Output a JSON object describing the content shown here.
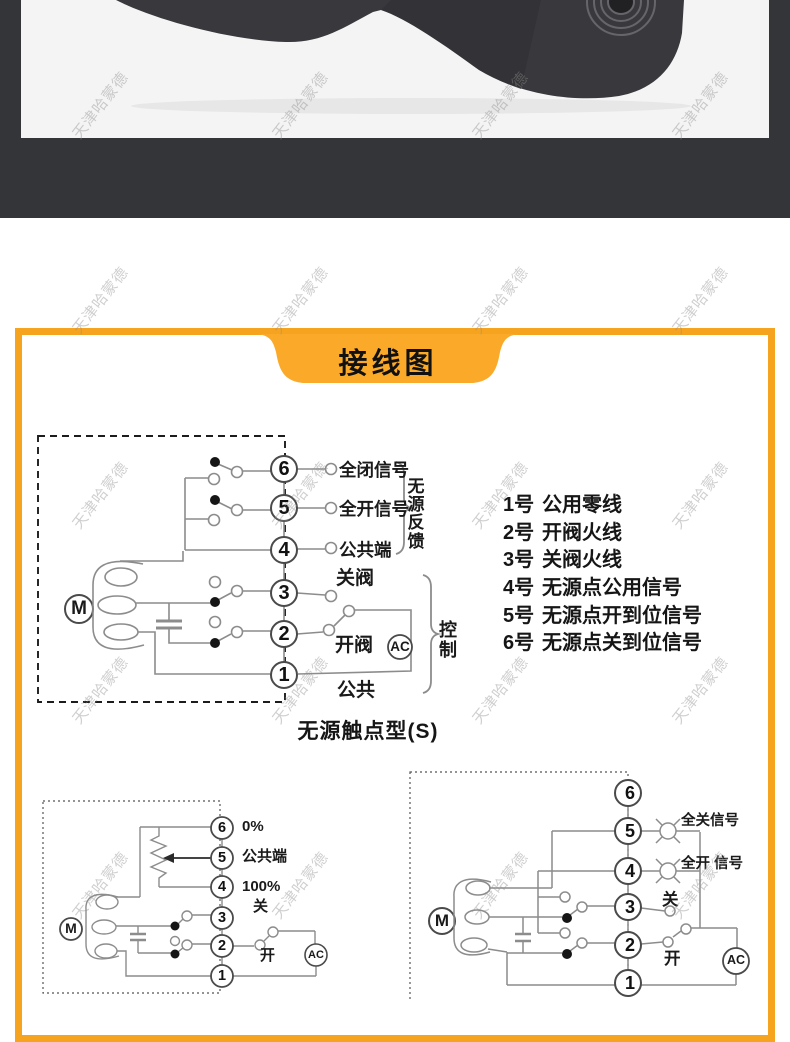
{
  "watermark": {
    "text": "天津哈蒙德"
  },
  "hero": {
    "band_color": "#343539",
    "photo_bg": "#f4f4f5"
  },
  "panel": {
    "title": "接线图",
    "border_color": "#f6a31f",
    "tab_color": "#faaa28"
  },
  "main_diagram": {
    "terminals": [
      "6",
      "5",
      "4",
      "3",
      "2",
      "1"
    ],
    "labels": {
      "t6": "全闭信号",
      "t5": "全开信号",
      "t4": "公共端",
      "t3": "关阀",
      "t2": "开阀",
      "t1": "公共"
    },
    "motor": "M",
    "ac": "AC",
    "bracket_feedback": "无源反馈",
    "bracket_control": "控制",
    "caption": "无源触点型(S)"
  },
  "terminal_legend": {
    "items": [
      {
        "num": "1号",
        "label": "公用零线"
      },
      {
        "num": "2号",
        "label": "开阀火线"
      },
      {
        "num": "3号",
        "label": "关阀火线"
      },
      {
        "num": "4号",
        "label": "无源点公用信号"
      },
      {
        "num": "5号",
        "label": "无源点开到位信号"
      },
      {
        "num": "6号",
        "label": "无源点关到位信号"
      }
    ]
  },
  "bottom_left_diagram": {
    "terminals": [
      "6",
      "5",
      "4",
      "3",
      "2",
      "1"
    ],
    "labels": {
      "t6": "0%",
      "t5": "公共端",
      "t4": "100%",
      "t3": "关",
      "t2": "开"
    },
    "motor": "M",
    "ac": "AC"
  },
  "bottom_right_diagram": {
    "terminals": [
      "6",
      "5",
      "4",
      "3",
      "2",
      "1"
    ],
    "labels": {
      "t5": "全关信号",
      "t4": "全开 信号",
      "t3": "关",
      "t2": "开"
    },
    "motor": "M",
    "ac": "AC"
  }
}
